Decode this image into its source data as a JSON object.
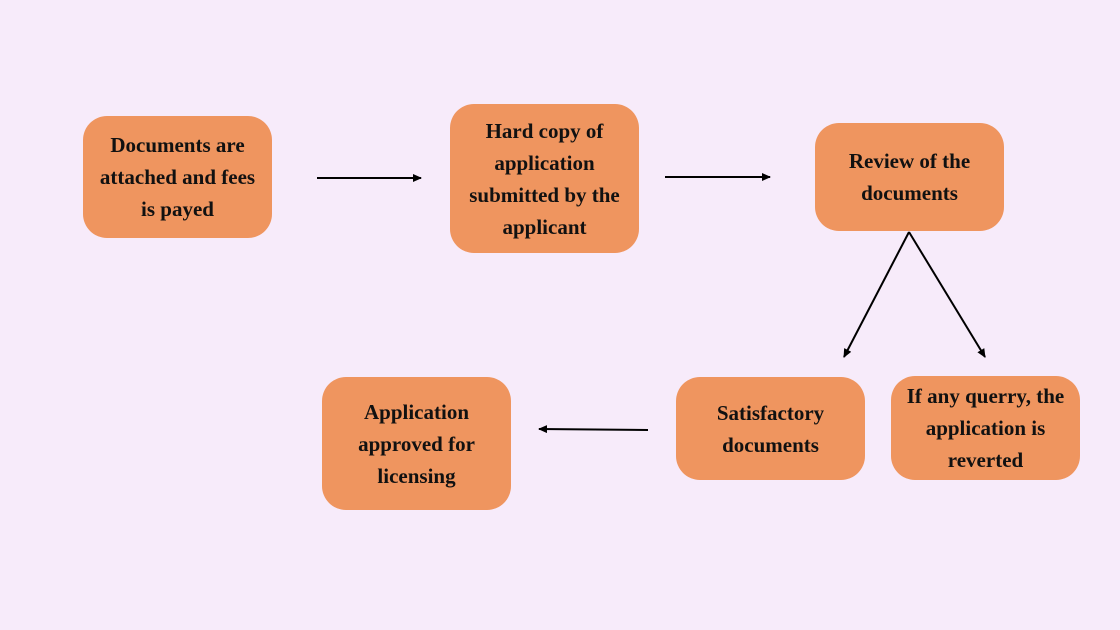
{
  "diagram": {
    "title": "Licensing application process flow",
    "colors": {
      "background": "#f7ebfa",
      "node_fill": "#ef955f",
      "text": "#111111",
      "arrow": "#000000"
    },
    "nodes": {
      "documents_attached": "Documents are attached and fees is payed",
      "hard_copy_submitted": "Hard copy of application submitted by the applicant",
      "review_documents": "Review of the documents",
      "satisfactory_documents": "Satisfactory documents",
      "query_reverted": "If any querry, the application is reverted",
      "application_approved": "Application approved for licensing"
    },
    "edges": [
      {
        "from": "documents_attached",
        "to": "hard_copy_submitted"
      },
      {
        "from": "hard_copy_submitted",
        "to": "review_documents"
      },
      {
        "from": "review_documents",
        "to": "satisfactory_documents"
      },
      {
        "from": "review_documents",
        "to": "query_reverted"
      },
      {
        "from": "satisfactory_documents",
        "to": "application_approved"
      }
    ]
  }
}
